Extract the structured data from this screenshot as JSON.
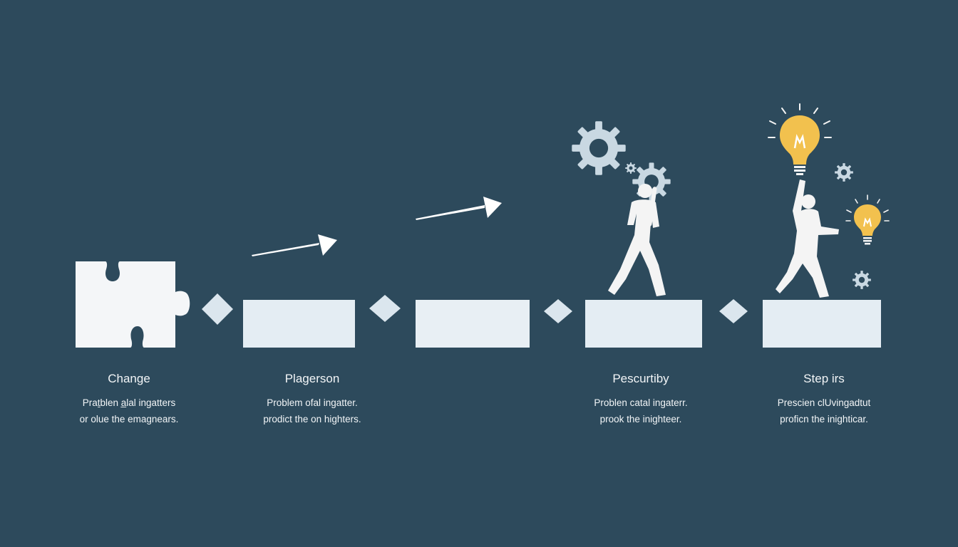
{
  "colors": {
    "background": "#2d4a5c",
    "panel": "#e4edf3",
    "connector": "#dbe6ee",
    "gear": "#c9d8e2",
    "bulb": "#f2c14e",
    "figure": "#f4f4f4"
  },
  "steps": [
    {
      "title": "Change",
      "desc_lines": [
        "Praṯblen a̲lal ingatters",
        "or olue the emagnears."
      ],
      "icon": "puzzle-piece-icon"
    },
    {
      "title": "Plagerson",
      "desc_lines": [
        "Problem ofal ingatter.",
        "prodict the on highters."
      ],
      "icon": "arrow-icon"
    },
    {
      "title": "",
      "desc_lines": [],
      "icon": "arrow-icon"
    },
    {
      "title": "Pescurtiby",
      "desc_lines": [
        "Problen catal ingaterr.",
        "prook the inighteer."
      ],
      "icon": "gear-icon"
    },
    {
      "title": "Step irs",
      "desc_lines": [
        "Prescien clUvingadtut",
        "proficn the inighticar."
      ],
      "icon": "lightbulb-icon"
    }
  ]
}
